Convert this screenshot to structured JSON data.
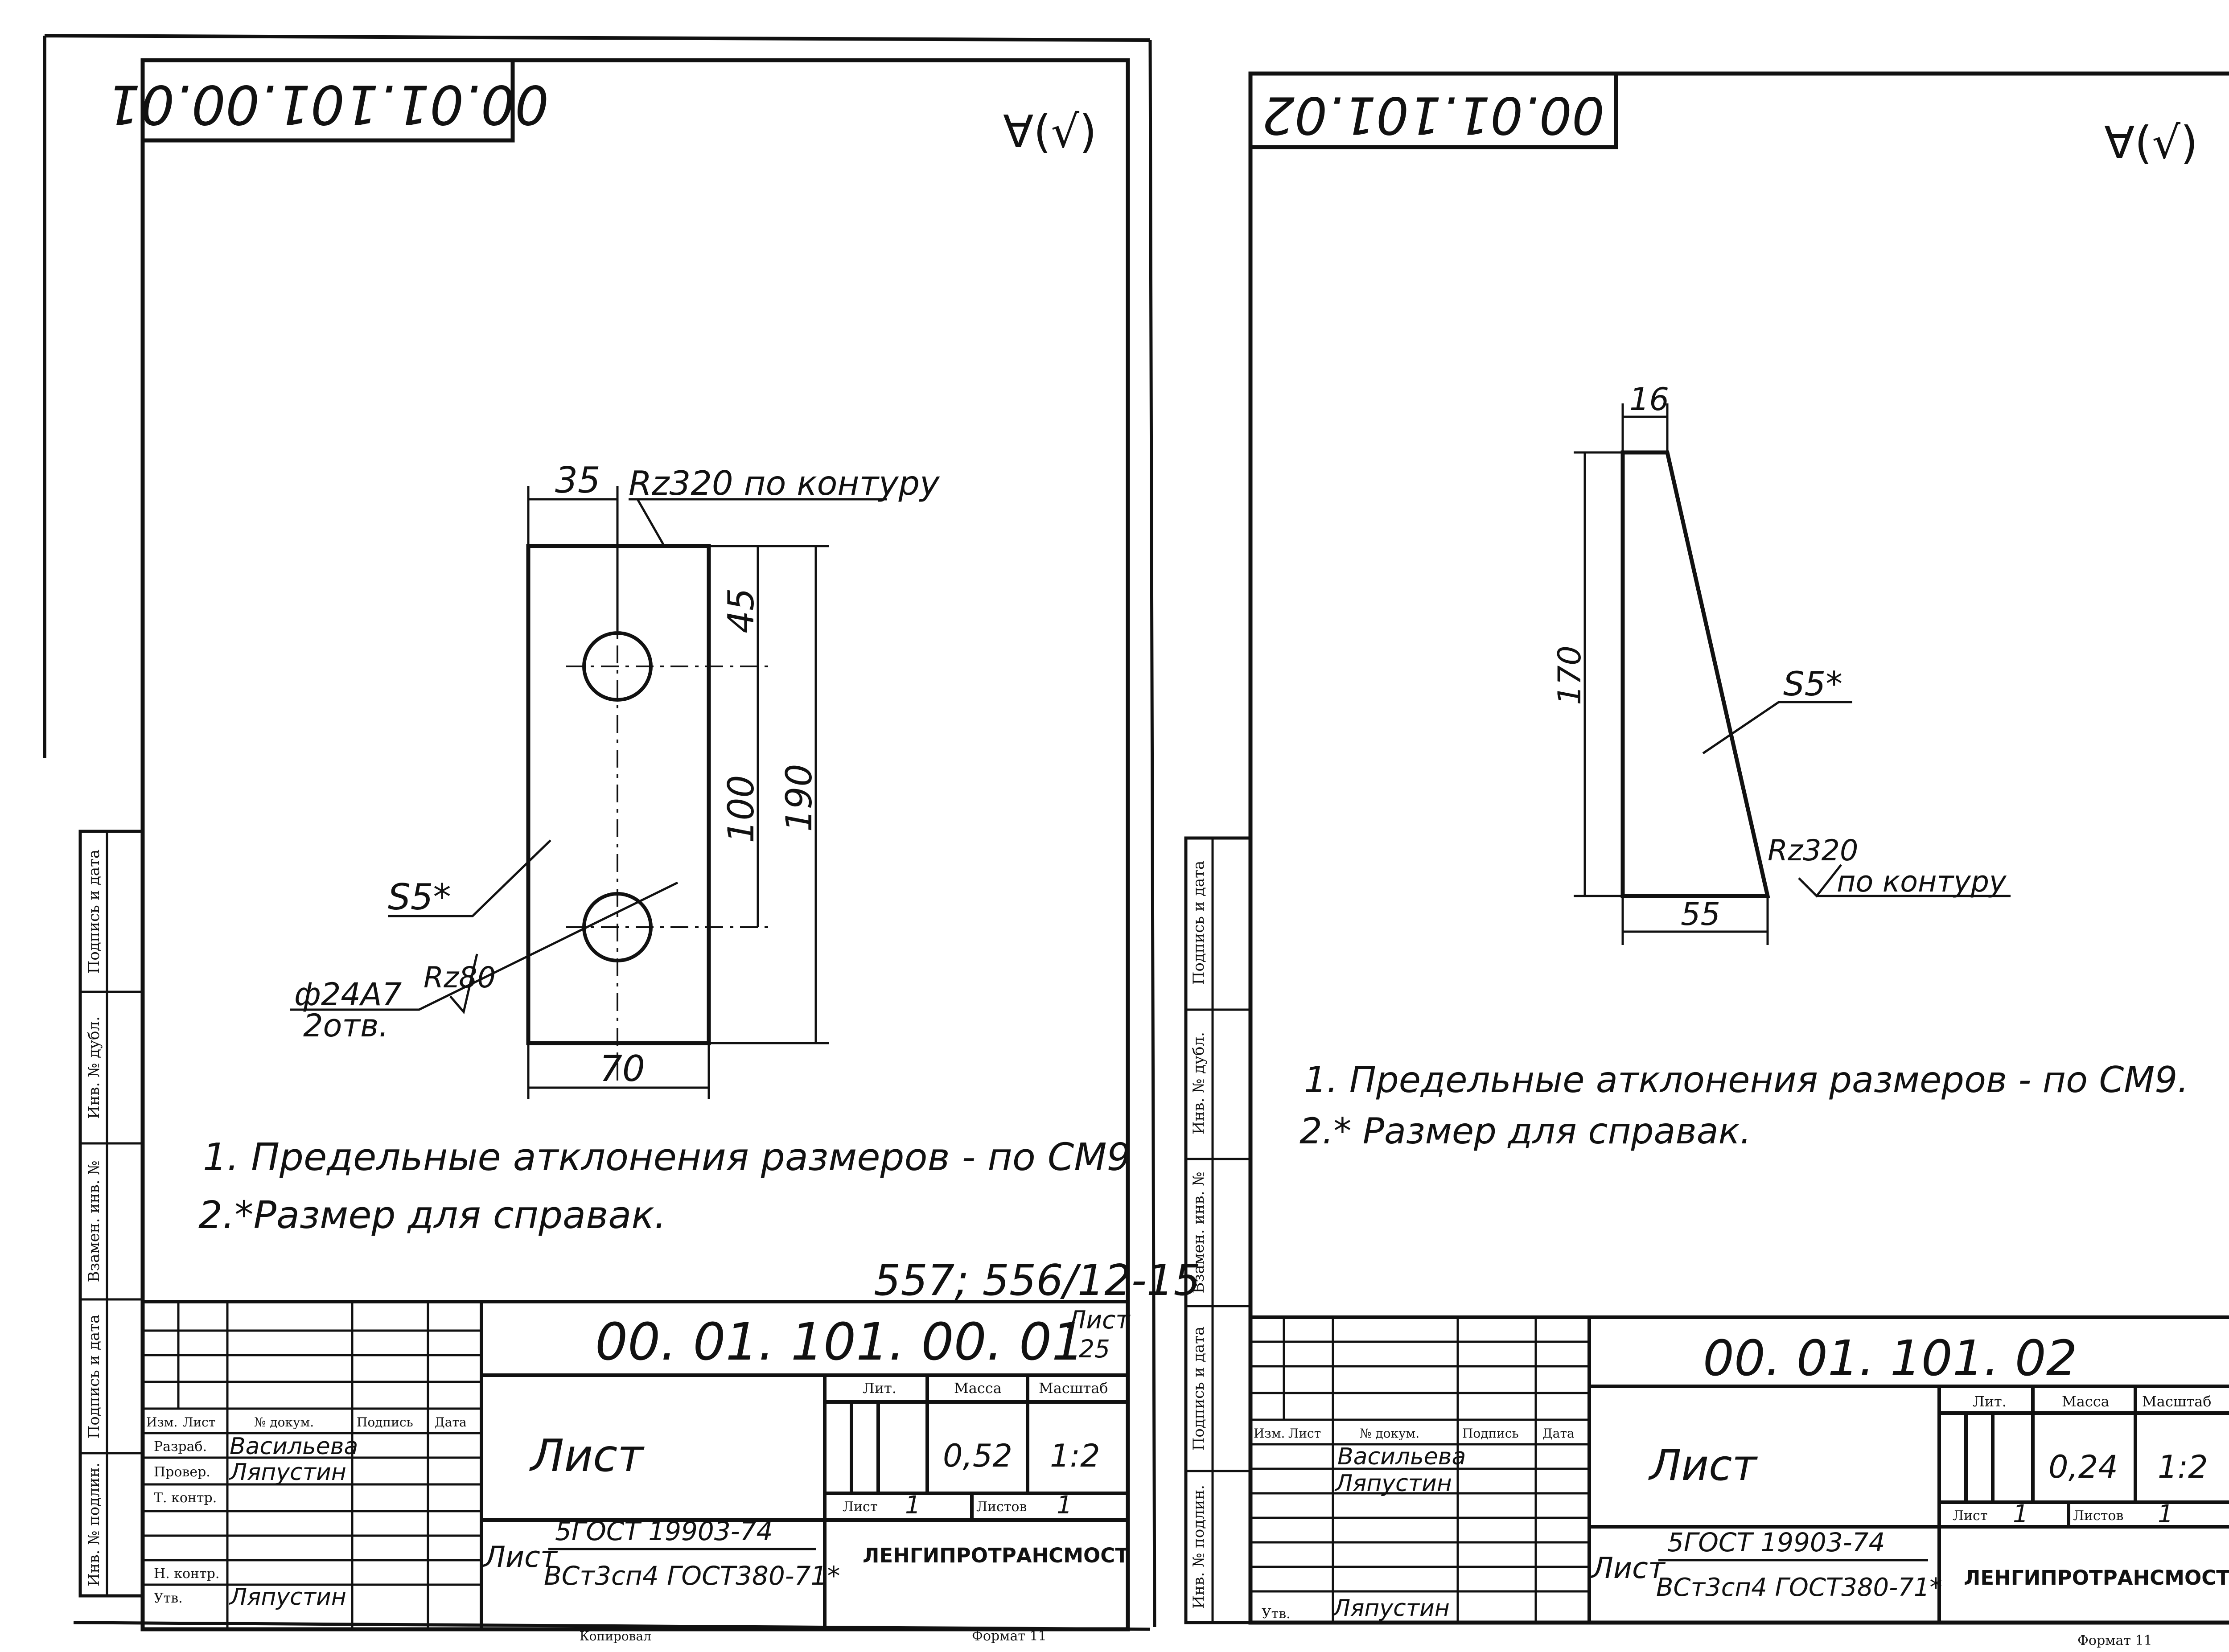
{
  "sheets": [
    {
      "code_inverted": "00.01.101.00.01",
      "roughness_mark": "∀(√)",
      "dims": {
        "top_width": "35",
        "rz_contour": "Rz320 по контуру",
        "hole_offset": "45",
        "hole_spacing": "100",
        "height": "190",
        "thickness": "S5*",
        "hole_dia": "ф24A7",
        "hole_count": "2отв.",
        "hole_rz": "Rz80",
        "bottom_width": "70"
      },
      "notes": [
        "1. Предельные атклонения размеров - по СМ9",
        "2.*Размер для справак."
      ],
      "ref_number": "557; 556/12-15",
      "sheet_label": "Лист",
      "sheet_number": "25",
      "title_block": {
        "designation": "00. 01. 101. 00. 01",
        "name": "Лист",
        "lit_header": "Лит.",
        "mass_header": "Масса",
        "scale_header": "Масштаб",
        "mass": "0,52",
        "scale": "1:2",
        "sheet_label": "Лист",
        "sheet_value": "1",
        "sheets_label": "Листов",
        "sheets_value": "1",
        "material_line1": "5ГОСТ 19903-74",
        "material_prefix": "Лист",
        "material_line2": "ВСт3сп4 ГОСТ380-71*",
        "organization": "ЛЕНГИПРОТРАНСМОСТ",
        "col_izm": "Изм.",
        "col_list": "Лист",
        "col_docnum": "№ докум.",
        "col_sign": "Подпись",
        "col_date": "Дата",
        "role_razrab": "Разраб.",
        "role_prover": "Провер.",
        "role_tkontr": "Т. контр.",
        "role_nkontr": "Н. контр.",
        "role_utv": "Утв.",
        "name_razrab": "Васильева",
        "name_prover": "Ляпустин",
        "name_utv": "Ляпустин",
        "copied_label": "Копировал",
        "format_label": "Формат 11"
      },
      "side_stamps": [
        "Подпись и дата",
        "Инв. № дубл.",
        "Взамен. инв. №",
        "Подпись и дата",
        "Инв. № подлин."
      ]
    },
    {
      "code_inverted": "00.01.101.02",
      "roughness_mark": "∀(√)",
      "dims": {
        "top_width": "16",
        "height": "170",
        "thickness": "S5*",
        "rz": "Rz320",
        "contour": "по контуру",
        "bottom_width": "55"
      },
      "notes": [
        "1. Предельные атклонения размеров - по СМ9.",
        "2.*  Размер для справак."
      ],
      "title_block": {
        "designation": "00. 01. 101. 02",
        "name": "Лист",
        "lit_header": "Лит.",
        "mass_header": "Масса",
        "scale_header": "Масштаб",
        "mass": "0,24",
        "scale": "1:2",
        "sheet_label": "Лист",
        "sheet_value": "1",
        "sheets_label": "Листов",
        "sheets_value": "1",
        "material_line1": "5ГОСТ 19903-74",
        "material_prefix": "Лист",
        "material_line2": "ВСт3сп4 ГОСТ380-71*",
        "organization": "ЛЕНГИПРОТРАНСМОСТ",
        "col_izm": "Изм.",
        "col_list": "Лист",
        "col_docnum": "№ докум.",
        "col_sign": "Подпись",
        "col_date": "Дата",
        "name_razrab": "Васильева",
        "name_prover": "Ляпустин",
        "name_utv": "Ляпустин",
        "role_utv": "Утв.",
        "format_label": "Формат 11"
      },
      "side_stamps": [
        "Подпись и дата",
        "Инв. № дубл.",
        "Взамен. инв. №",
        "Подпись и дата",
        "Инв. № подлин."
      ]
    }
  ]
}
